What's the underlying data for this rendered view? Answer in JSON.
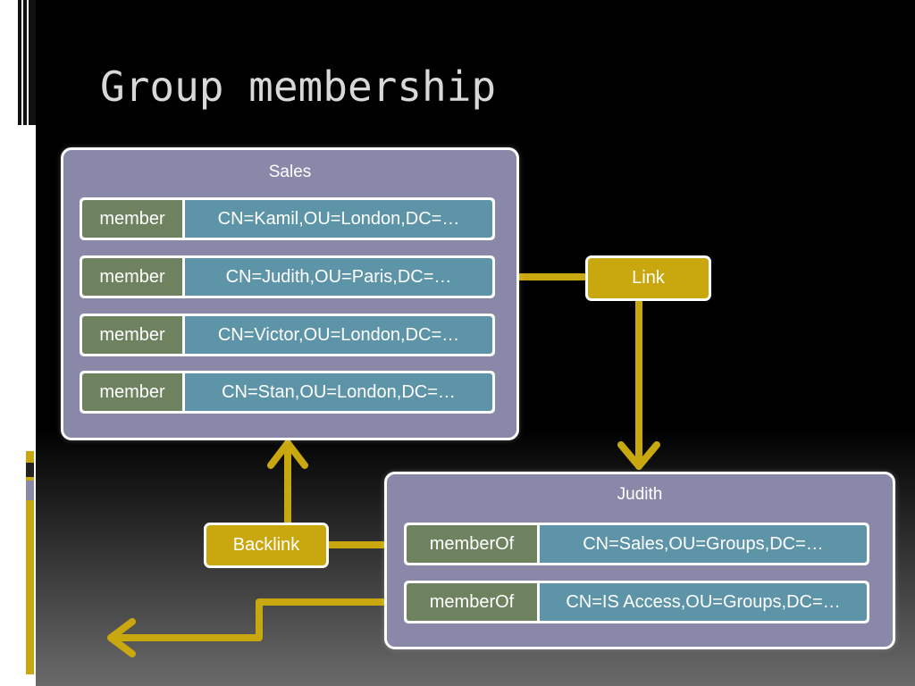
{
  "slide": {
    "title": "Group membership"
  },
  "sales_group": {
    "name": "Sales",
    "rows": [
      {
        "attribute": "member",
        "value": "CN=Kamil,OU=London,DC=…"
      },
      {
        "attribute": "member",
        "value": "CN=Judith,OU=Paris,DC=…"
      },
      {
        "attribute": "member",
        "value": "CN=Victor,OU=London,DC=…"
      },
      {
        "attribute": "member",
        "value": "CN=Stan,OU=London,DC=…"
      }
    ]
  },
  "judith_user": {
    "name": "Judith",
    "rows": [
      {
        "attribute": "memberOf",
        "value": "CN=Sales,OU=Groups,DC=…"
      },
      {
        "attribute": "memberOf",
        "value": "CN=IS Access,OU=Groups,DC=…"
      }
    ]
  },
  "labels": {
    "link": "Link",
    "backlink": "Backlink"
  },
  "colors": {
    "panel": "#8a88a8",
    "attribute": "#6e8260",
    "value": "#5d94a8",
    "connector": "#c8a80e",
    "title": "#d8d8d8"
  }
}
